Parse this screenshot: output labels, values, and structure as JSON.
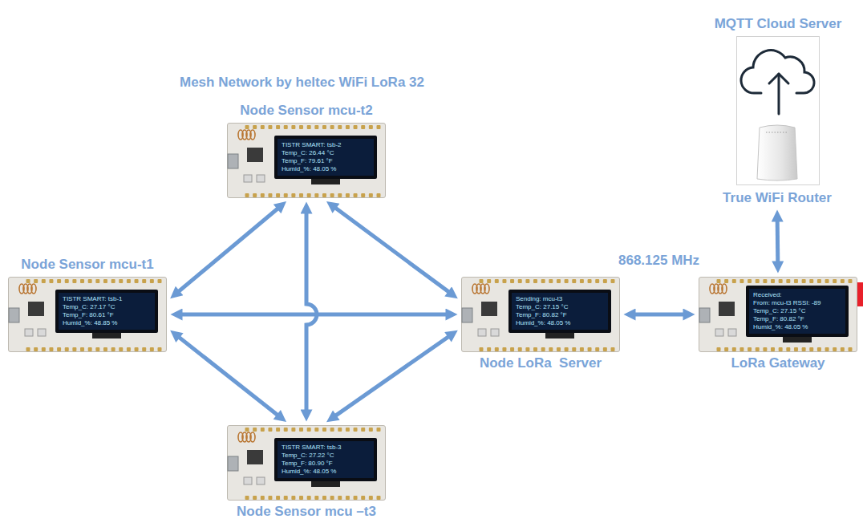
{
  "diagram": {
    "title": "Mesh Network by heltec WiFi LoRa 32",
    "nodes": [
      {
        "text": [
          "MQTT Cloud Server"
        ]
      },
      {
        "text": [
          "Node Sensor mcu-t2",
          "TISTR SMART: tsb-2",
          "Temp_C: 26.44 °C",
          "Temp_F: 79.61 °F",
          "Humid_%: 48.05 %"
        ]
      },
      {
        "text": [
          "True WiFi Router"
        ],
        "in": 0
      },
      {
        "text": [
          "Node Sensor mcu-t1",
          "TISTR SMART: tsb-1",
          "Temp_C: 27.17 °C",
          "Temp_F: 80.61 °F",
          "Humid_%: 48.85 %"
        ]
      },
      {
        "text": [
          "Node LoRa  Server",
          "Sending: mcu-t3",
          "Temp_C: 27.15 °C",
          "Temp_F: 80.82 °F",
          "Humid_%: 48.05 %"
        ]
      },
      {
        "text": [
          "LoRa Gateway",
          "Received:",
          "From: mcu-t3 RSSI: -89",
          "Temp_C: 27.15 °C",
          "Temp_F: 80.82 °F",
          "Humid_%: 48.05 %"
        ]
      },
      {
        "text": [
          "Node Sensor mcu –t3",
          "TISTR SMART: tsb-3",
          "Temp_C: 27.22 °C",
          "Temp_F: 80.90 °F",
          "Humid_%: 48.05 %"
        ]
      }
    ],
    "edges": [
      {
        "from": 3,
        "to": 1,
        "arrow": "both"
      },
      {
        "from": 1,
        "to": 4,
        "arrow": "both"
      },
      {
        "from": 3,
        "to": 4,
        "arrow": "both"
      },
      {
        "from": 1,
        "to": 6,
        "arrow": "both"
      },
      {
        "from": 3,
        "to": 6,
        "arrow": "both"
      },
      {
        "from": 6,
        "to": 4,
        "arrow": "both"
      },
      {
        "from": 4,
        "to": 5,
        "label": "868.125 MHz",
        "arrow": "both"
      },
      {
        "from": 5,
        "to": 2,
        "arrow": "both"
      }
    ]
  }
}
